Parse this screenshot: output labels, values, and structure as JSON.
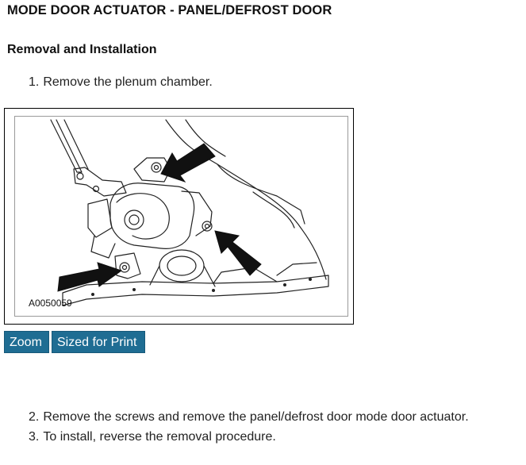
{
  "document": {
    "title": "MODE DOOR ACTUATOR - PANEL/DEFROST DOOR",
    "section_heading": "Removal and Installation",
    "steps": [
      {
        "number": "1.",
        "text": "Remove the plenum chamber."
      },
      {
        "number": "2.",
        "text": "Remove the screws and remove the panel/defrost door mode door actuator."
      },
      {
        "number": "3.",
        "text": "To install, reverse the removal procedure."
      }
    ],
    "figure": {
      "code": "A0050059"
    },
    "buttons": {
      "zoom": "Zoom",
      "print": "Sized for Print"
    }
  },
  "colors": {
    "button_bg": "#1f6d93",
    "button_text": "#ffffff",
    "text": "#111111"
  }
}
